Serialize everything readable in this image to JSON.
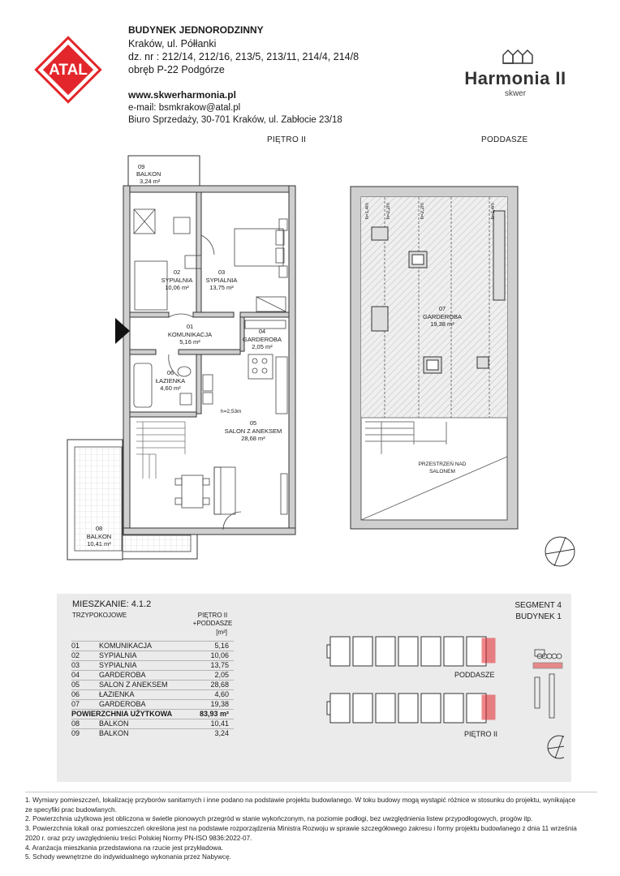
{
  "header": {
    "title": "BUDYNEK JEDNORODZINNY",
    "address": "Kraków, ul. Półłanki",
    "plots": "dz. nr : 212/14, 212/16, 213/5, 213/11, 214/4, 214/8",
    "precinct": "obręb P-22 Podgórze",
    "website": "www.skwerharmonia.pl",
    "email": "e-mail: bsmkrakow@atal.pl",
    "office": "Biuro Sprzedaży, 30-701 Kraków, ul. Zabłocie 23/18"
  },
  "logo": {
    "text": "ATAL",
    "color": "#e3262b"
  },
  "brand": {
    "name": "Harmonia II",
    "sub": "skwer"
  },
  "plans": {
    "floor_label": "PIĘTRO II",
    "attic_label": "PODDASZE",
    "rooms": {
      "r09": {
        "no": "09",
        "name": "BALKON",
        "area": "3,24 m²"
      },
      "r02": {
        "no": "02",
        "name": "SYPIALNIA",
        "area": "10,06 m²"
      },
      "r03": {
        "no": "03",
        "name": "SYPIALNIA",
        "area": "13,75 m²"
      },
      "r01": {
        "no": "01",
        "name": "KOMUNIKACJA",
        "area": "5,16 m²"
      },
      "r04": {
        "no": "04",
        "name": "GARDEROBA",
        "area": "2,05 m²"
      },
      "r06": {
        "no": "06",
        "name": "ŁAZIENKA",
        "area": "4,60 m²"
      },
      "r05": {
        "no": "05",
        "name": "SALON Z ANEKSEM",
        "area": "28,68 m²"
      },
      "r08": {
        "no": "08",
        "name": "BALKON",
        "area": "10,41 m²"
      },
      "r07": {
        "no": "07",
        "name": "GARDEROBA",
        "area": "19,38 m²"
      }
    },
    "height_note": "h=2,53m",
    "attic_heights": [
      "h=1,4m",
      "h=2,2m",
      "h=2,2m",
      "h=1,4m"
    ],
    "void_note_1": "PRZESTRZEŃ NAD",
    "void_note_2": "SALONEM"
  },
  "summary": {
    "apartment": "MIESZKANIE: 4.1.2",
    "type": "TRZYPOKOJOWE",
    "col_head_1": "PIĘTRO II",
    "col_head_2": "+PODDASZE",
    "unit": "[m²]",
    "rows": [
      {
        "no": "01",
        "name": "KOMUNIKACJA",
        "area": "5,16"
      },
      {
        "no": "02",
        "name": "SYPIALNIA",
        "area": "10,06"
      },
      {
        "no": "03",
        "name": "SYPIALNIA",
        "area": "13,75"
      },
      {
        "no": "04",
        "name": "GARDEROBA",
        "area": "2,05"
      },
      {
        "no": "05",
        "name": "SALON Z ANEKSEM",
        "area": "28,68"
      },
      {
        "no": "06",
        "name": "ŁAZIENKA",
        "area": "4,60"
      },
      {
        "no": "07",
        "name": "GARDEROBA",
        "area": "19,38"
      }
    ],
    "total": {
      "name": "POWIERZCHNIA UŻYTKOWA",
      "area": "83,93 m²"
    },
    "extra_rows": [
      {
        "no": "08",
        "name": "BALKON",
        "area": "10,41"
      },
      {
        "no": "09",
        "name": "BALKON",
        "area": "3,24"
      }
    ],
    "segment": "SEGMENT 4",
    "building": "BUDYNEK 1",
    "key_attic": "PODDASZE",
    "key_floor": "PIĘTRO II",
    "highlight_color": "#e3262b"
  },
  "notes": [
    "1. Wymiary pomieszczeń, lokalizację przyborów sanitarnych i inne podano na podstawie projektu budowlanego. W toku budowy mogą wystąpić różnice w stosunku do projektu, wynikające",
    "ze specyfiki prac budowlanych.",
    "2. Powierzchnia użytkowa jest obliczona w świetle pionowych przegród w stanie wykończonym, na poziomie podłogi, bez uwzględnienia listew przypodłogowych, progów itp.",
    "3. Powierzchnia lokali oraz pomieszczeń określona jest na podstawie rozporządzenia Ministra Rozwoju w sprawie szczegółowego zakresu i formy projektu budowlanego z dnia 11 września",
    "2020 r. oraz przy uwzględnieniu treści Polskiej Normy PN-ISO 9836:2022-07.",
    "4. Aranżacja mieszkania przedstawiona na rzucie jest przykładowa.",
    "5. Schody wewnętrzne do indywidualnego wykonania przez Nabywcę."
  ]
}
